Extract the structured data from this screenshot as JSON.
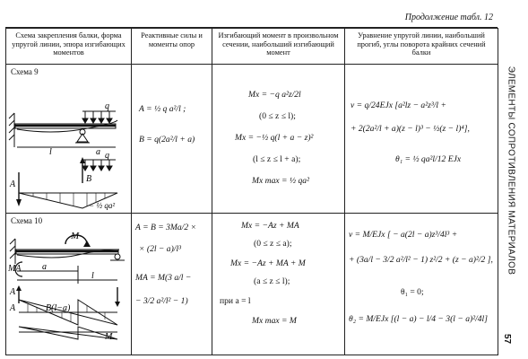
{
  "continuation": "Продолжение табл. 12",
  "side_title": "ЭЛЕМЕНТЫ СОПРОТИВЛЕНИЯ МАТЕРИАЛОВ",
  "page_number": "57",
  "headers": [
    "Схема закрепления балки, форма упругой линии, эпюра изгибающих моментов",
    "Реактивные силы и моменты опор",
    "Изгибающий момент в произвольном сечении, наибольший изгибающий момент",
    "Уравнение упругой линии, наибольший прогиб, углы поворота крайних сечений балки"
  ],
  "rows": [
    {
      "scheme": "Схема 9",
      "fig": {
        "q1": "q",
        "q2": "q",
        "l": "l",
        "a": "a",
        "A": "A",
        "B": "B",
        "m": "− ½ qa²"
      },
      "reactions": [
        "A = ½ q a²/l ;",
        "B = q(2a²/l + a)"
      ],
      "moments": [
        "Mx = −q a²z/2l",
        "(0 ≤ z ≤ l);",
        "Mx = −½ q(l + a − z)²",
        "(l ≤ z ≤ l + a);",
        "Mx max = ½ qa²"
      ],
      "elastic": [
        "v = q/24EJx [a²lz − a²z³/l +",
        "+ 2(2a²/l + a)(z − l)³ − ½(z − l)⁴],",
        "θ₁ = ½ qa²l/12 EJx"
      ]
    },
    {
      "scheme": "Схема 10",
      "fig": {
        "M": "M",
        "MA": "MA",
        "a": "a",
        "l": "l",
        "A1": "A",
        "A2": "A",
        "B": "B(l−a)",
        "Mm": "M"
      },
      "reactions": [
        "A = B = 3Ma/2 ×",
        "× (2l − a)/l³",
        "MA = M(3 a/l −",
        "− 3/2 a²/l² − 1)"
      ],
      "moments": [
        "Mx = −Az + MA",
        "(0 ≤ z ≤ a);",
        "Mx = −Az + MA + M",
        "(a ≤ z ≤ l);",
        "при a = l",
        "Mx max = M"
      ],
      "elastic": [
        "v = M/EJx [ − a(2l − a)z³/4l³ +",
        "+ (3a/l − 3/2 a²/l² − 1) z²/2 + (z − a)²/2 ],",
        "θ₁ = 0;",
        "θ₂ = M/EJx [(l − a) − l/4 − 3(l − a)²/4l]"
      ]
    }
  ]
}
